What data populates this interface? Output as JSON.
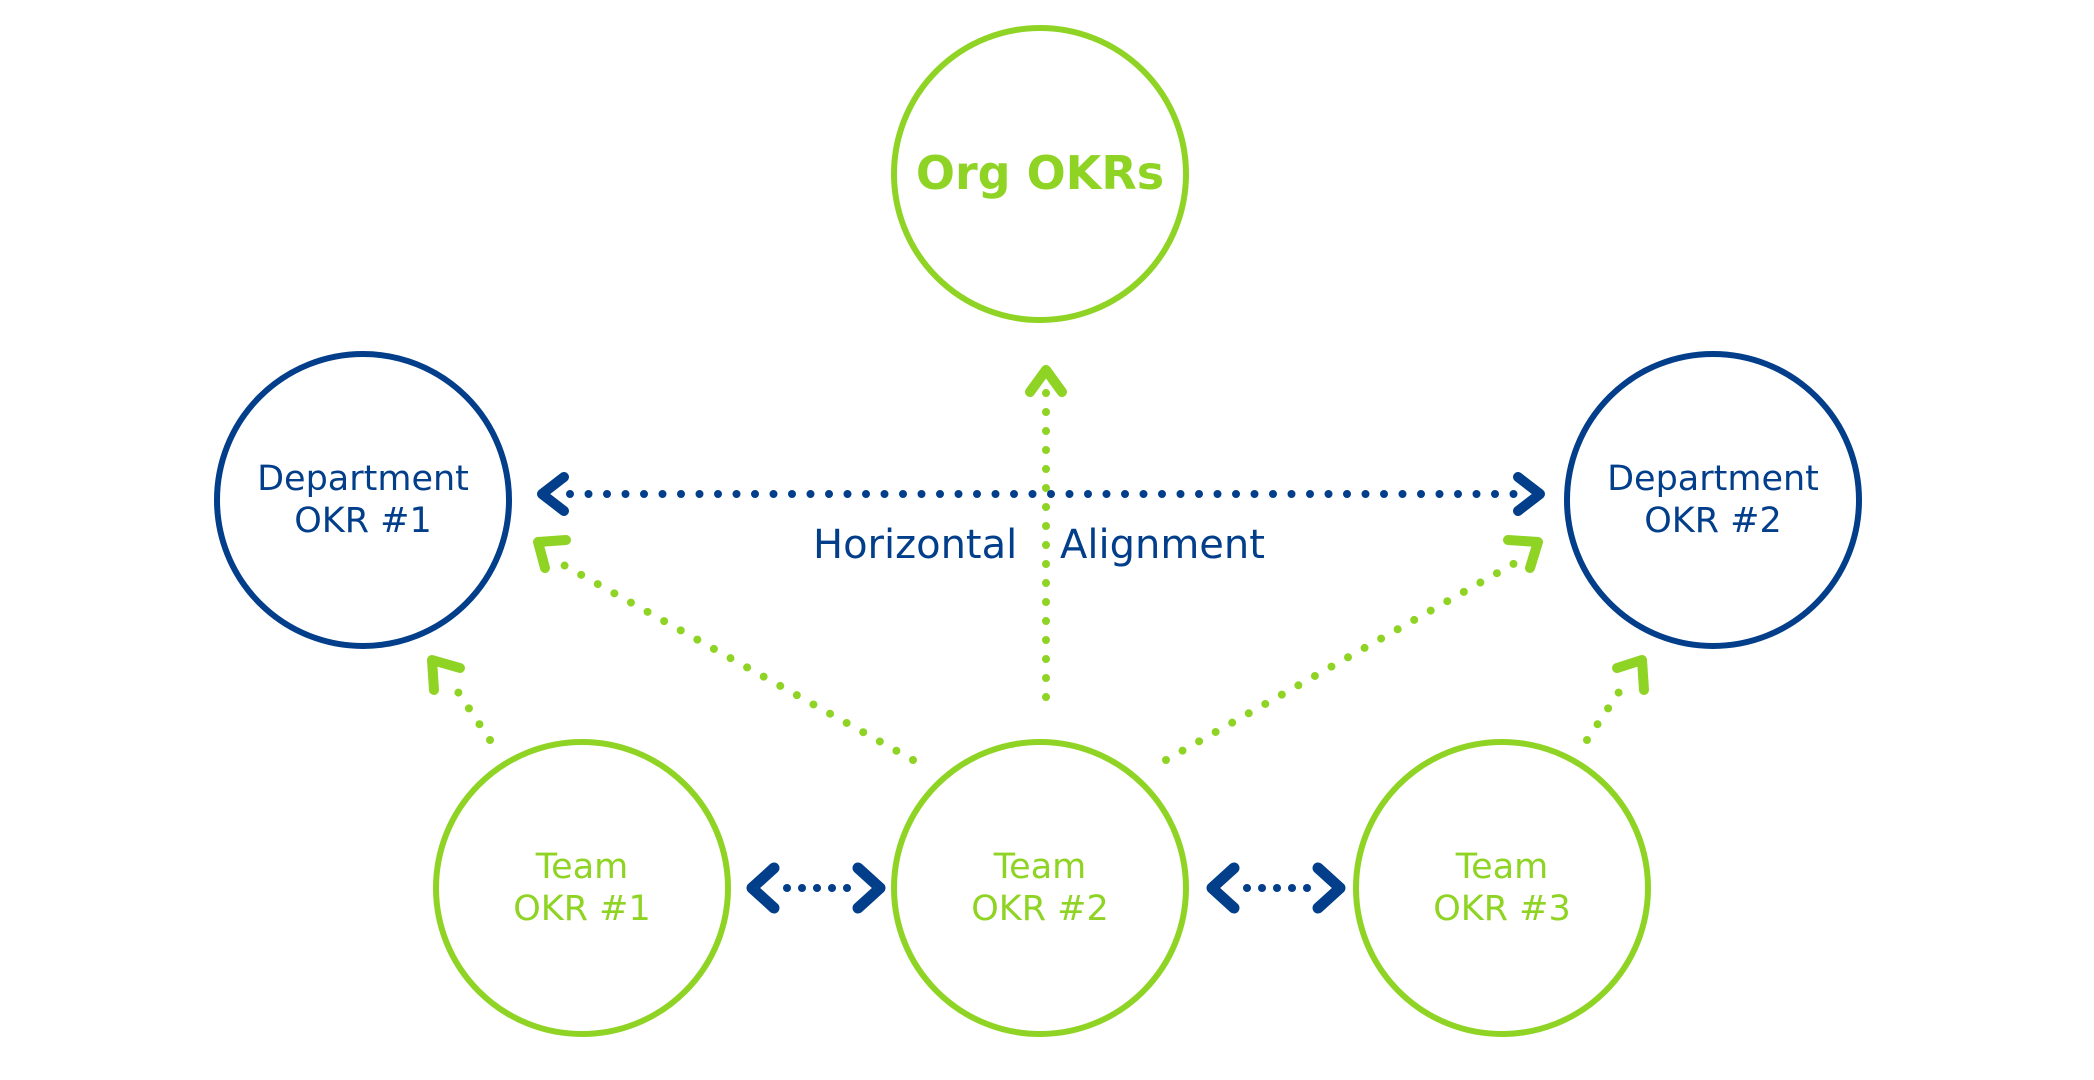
{
  "colors": {
    "green": "#8fd424",
    "blue": "#023e8a",
    "background": "#ffffff"
  },
  "nodes": {
    "org": {
      "label": "Org OKRs"
    },
    "dept1": {
      "line1": "Department",
      "line2": "OKR #1"
    },
    "dept2": {
      "line1": "Department",
      "line2": "OKR #2"
    },
    "team1": {
      "line1": "Team",
      "line2": "OKR #1"
    },
    "team2": {
      "line1": "Team",
      "line2": "OKR #2"
    },
    "team3": {
      "line1": "Team",
      "line2": "OKR #3"
    }
  },
  "labels": {
    "horizontal": "Horizontal",
    "alignment": "Alignment"
  },
  "connections": [
    {
      "from": "team2",
      "to": "org",
      "type": "vertical",
      "color": "green",
      "direction": "up"
    },
    {
      "from": "dept1",
      "to": "dept2",
      "type": "horizontal",
      "color": "blue",
      "direction": "both"
    },
    {
      "from": "team2",
      "to": "dept1",
      "type": "vertical",
      "color": "green",
      "direction": "up"
    },
    {
      "from": "team2",
      "to": "dept2",
      "type": "vertical",
      "color": "green",
      "direction": "up"
    },
    {
      "from": "team1",
      "to": "dept1",
      "type": "vertical",
      "color": "green",
      "direction": "up"
    },
    {
      "from": "team3",
      "to": "dept2",
      "type": "vertical",
      "color": "green",
      "direction": "up"
    },
    {
      "from": "team1",
      "to": "team2",
      "type": "horizontal",
      "color": "blue",
      "direction": "both"
    },
    {
      "from": "team2",
      "to": "team3",
      "type": "horizontal",
      "color": "blue",
      "direction": "both"
    }
  ]
}
